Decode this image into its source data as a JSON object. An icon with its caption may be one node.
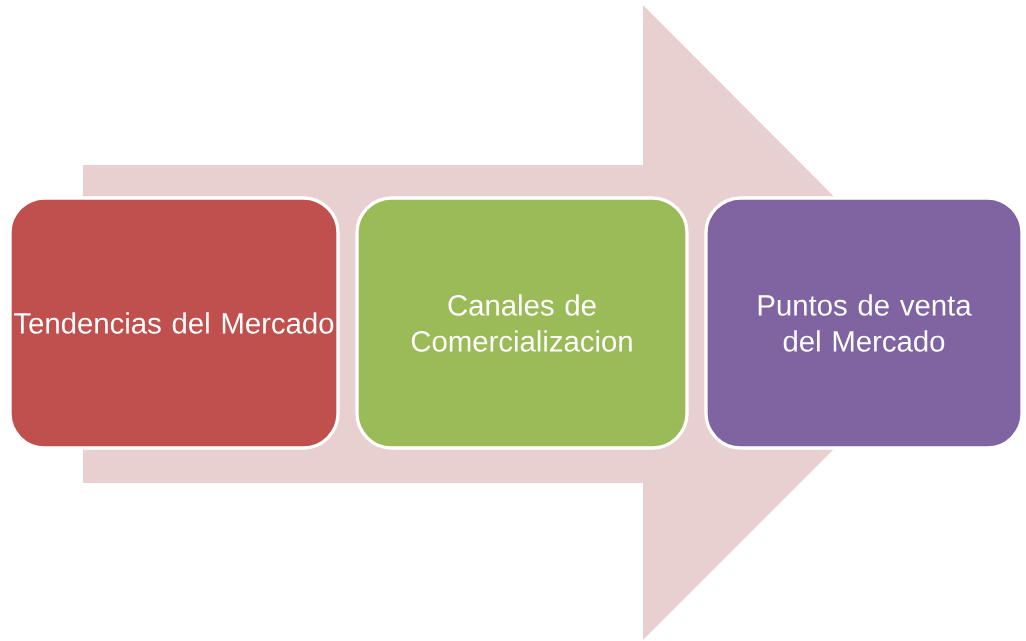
{
  "diagram": {
    "nodes": [
      {
        "text": [
          "Tendencias del Mercado"
        ]
      },
      {
        "text": [
          "Canales de Comercializacion"
        ]
      },
      {
        "text": [
          "Puntos de venta del Mercado"
        ]
      }
    ],
    "edges": [
      {
        "from": 0,
        "to": 2,
        "arrow": "to"
      }
    ]
  }
}
